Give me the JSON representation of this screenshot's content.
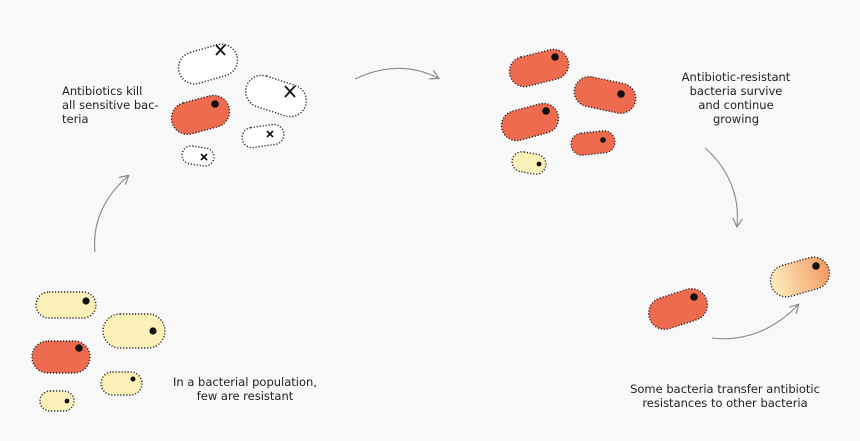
{
  "labels": {
    "kill": {
      "lines": [
        "Antibiotics kill",
        "all sensitive bac-",
        "teria"
      ]
    },
    "survive": {
      "lines": [
        "Antibiotic-resistant",
        "bacteria survive",
        "and continue",
        "growing"
      ]
    },
    "population": {
      "lines": [
        "In a bacterial population,",
        "few are resistant"
      ]
    },
    "transfer": {
      "lines": [
        "Some bacteria transfer antibiotic",
        "resistances to other bacteria"
      ]
    }
  },
  "colors": {
    "background": "#f8f8f8",
    "resistant": "#ef6b4f",
    "sensitive_population": "#fbf0b8",
    "dead": "#ffffff",
    "receiving_gradient_start": "#fdeec0",
    "receiving_gradient_end": "#f49a62",
    "outline": "#222222",
    "arrow": "#888888"
  }
}
